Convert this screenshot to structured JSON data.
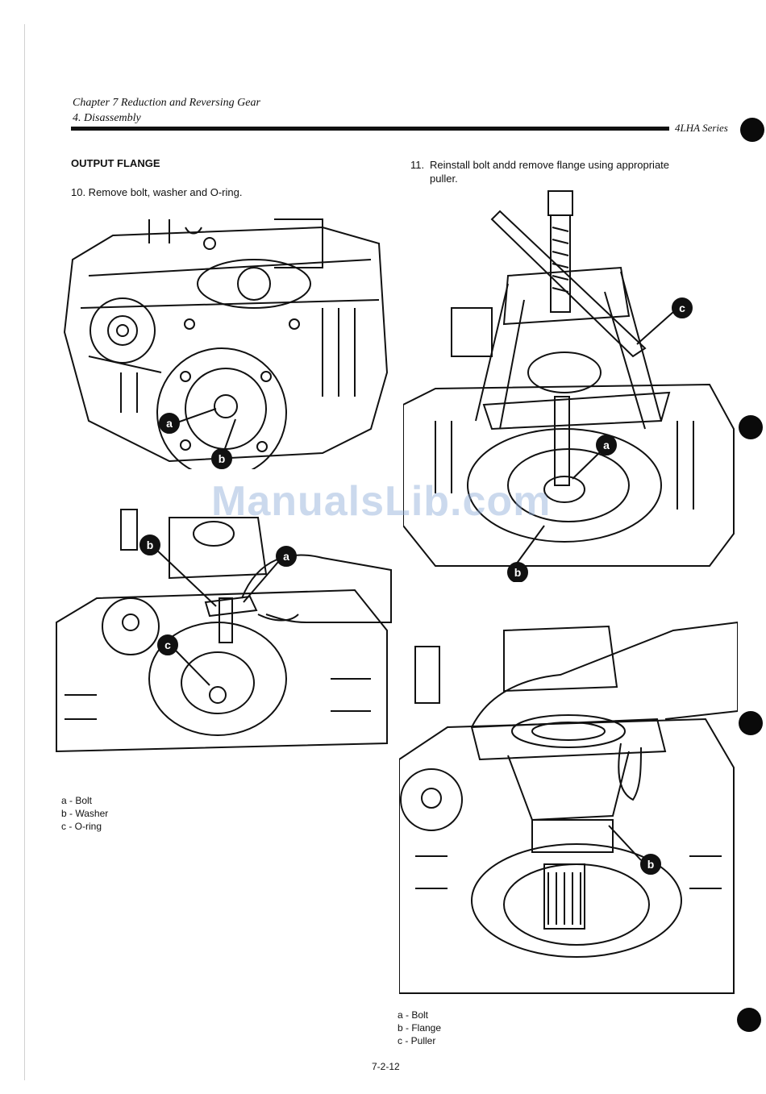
{
  "header": {
    "chapter": "Chapter 7 Reduction and Reversing Gear",
    "section": "4. Disassembly",
    "series": "4LHA Series"
  },
  "left_column": {
    "heading": "OUTPUT FLANGE",
    "step_10": "10. Remove bolt, washer and O-ring.",
    "figure_1_callouts": [
      "a",
      "b"
    ],
    "figure_2_callouts": [
      "b",
      "a",
      "c"
    ],
    "legend": [
      "a - Bolt",
      "b - Washer",
      "c - O-ring"
    ]
  },
  "right_column": {
    "step_11_number": "11.",
    "step_11_line1": "Reinstall bolt andd remove flange using appropriate",
    "step_11_line2": "puller.",
    "figure_3_callouts": [
      "c",
      "a",
      "b"
    ],
    "figure_4_callouts": [
      "b"
    ],
    "legend": [
      "a - Bolt",
      "b - Flange",
      "c - Puller"
    ]
  },
  "footer": {
    "page_number": "7-2-12"
  },
  "watermark": "ManualsLib.com"
}
